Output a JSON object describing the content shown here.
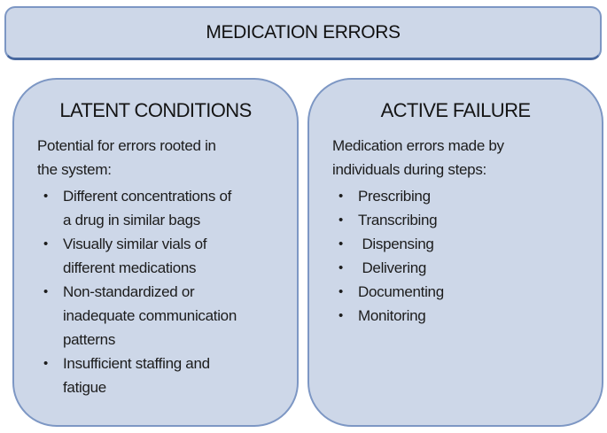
{
  "colors": {
    "box_fill": "#cdd7e8",
    "box_border": "#7d97c4",
    "title_bar_bottom": "#48689f",
    "text": "#1c1c1c"
  },
  "bullet_glyph": "•",
  "title_bar": {
    "label": "MEDICATION ERRORS"
  },
  "latent_box": {
    "title": "LATENT CONDITIONS",
    "intro": "Potential for errors rooted in\nthe system:",
    "bullets": [
      "Different concentrations of\na drug in similar bags",
      "Visually similar vials of\ndifferent medications",
      "Non-standardized or\ninadequate communication\npatterns",
      "Insufficient staffing and\nfatigue"
    ]
  },
  "active_box": {
    "title": "ACTIVE FAILURE",
    "intro": "Medication errors made by\nindividuals during steps:",
    "bullets": [
      "Prescribing",
      "Transcribing",
      " Dispensing",
      " Delivering",
      "Documenting",
      "Monitoring"
    ]
  }
}
